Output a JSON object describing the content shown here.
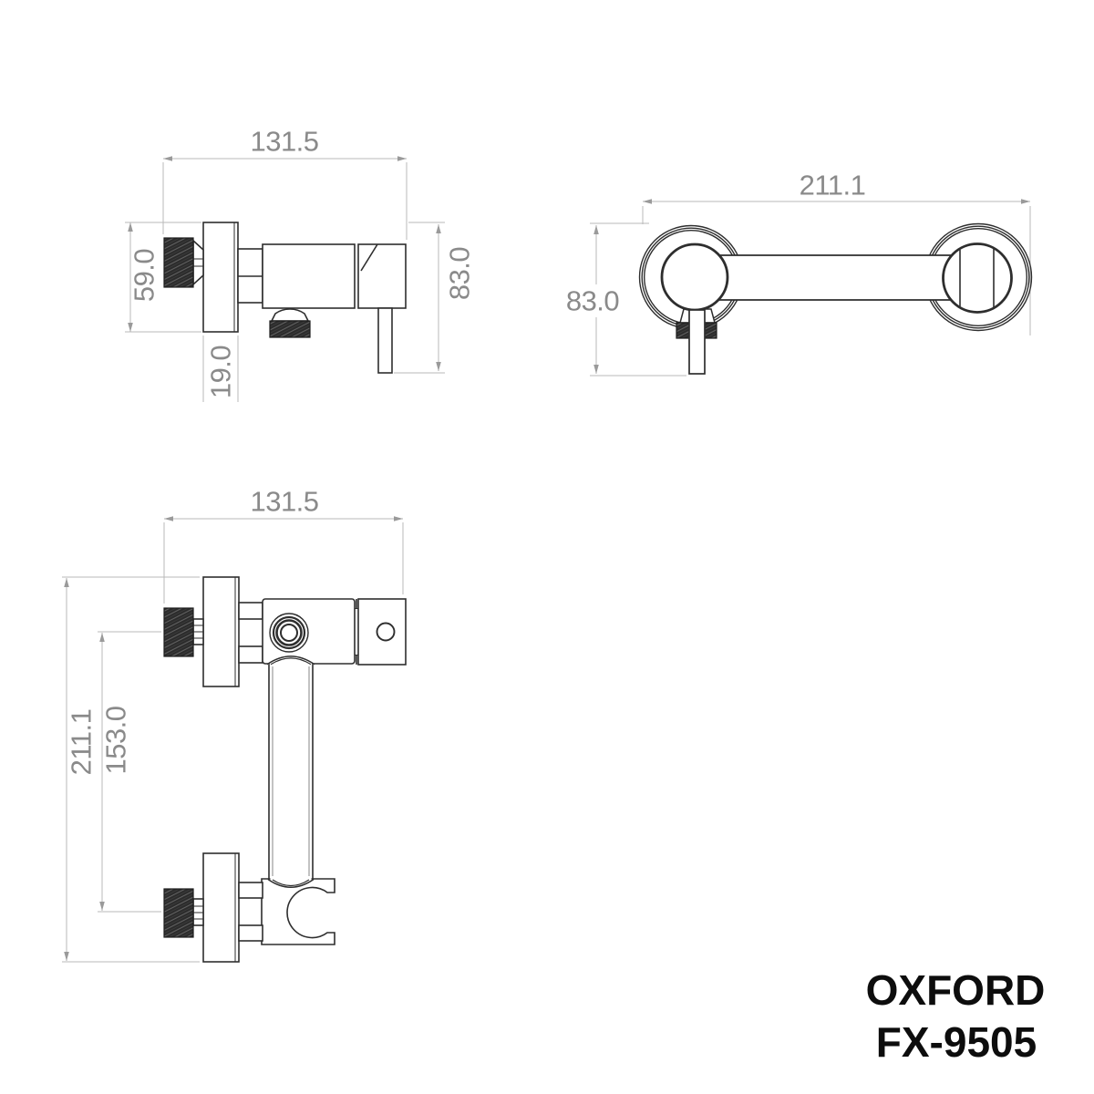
{
  "title_block": {
    "brand": "OXFORD",
    "model": "FX-9505"
  },
  "views": {
    "side": {
      "name": "side view (top-left)",
      "width": "131.5",
      "escutcheon_height": "59.0",
      "escutcheon_depth": "19.0",
      "height": "83.0"
    },
    "top": {
      "name": "top view (top-right)",
      "width": "211.1",
      "height": "83.0"
    },
    "front": {
      "name": "front view (bottom-left)",
      "width": "131.5",
      "overall_height": "211.1",
      "inlet_center_spacing": "153.0"
    }
  },
  "colors": {
    "outline": "#2e2e2e",
    "dimension_line": "#b8b8b8",
    "dimension_text": "#8a8a8a",
    "knurl_dark": "#2b2b2b",
    "brand_text": "#0d0d0d",
    "background": "#ffffff"
  }
}
